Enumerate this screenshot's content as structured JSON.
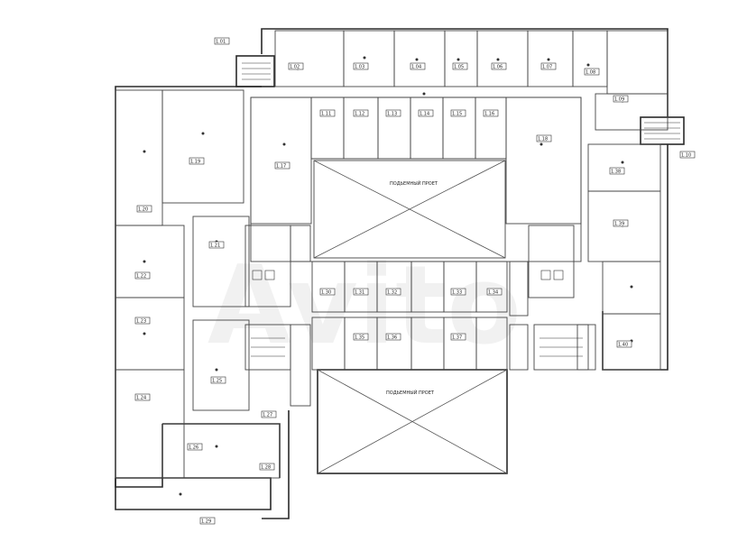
{
  "void_label_upper": "ПОДЬЕМНЫЙ ПРОЕТ",
  "void_label_lower": "ПОДЬЕМНЫЙ ПРОЕТ",
  "watermark": "Avito",
  "room_tags": [
    "1.01",
    "1.02",
    "1.03",
    "1.04",
    "1.05",
    "1.06",
    "1.07",
    "1.08",
    "1.09",
    "1.10",
    "1.11",
    "1.12",
    "1.13",
    "1.14",
    "1.15",
    "1.16",
    "1.17",
    "1.18",
    "1.19",
    "1.20",
    "1.21",
    "1.22",
    "1.23",
    "1.24",
    "1.25",
    "1.26",
    "1.27",
    "1.28",
    "1.29",
    "1.30",
    "1.31",
    "1.32",
    "1.33",
    "1.34",
    "1.35",
    "1.36",
    "1.37",
    "1.38",
    "1.39",
    "1.40"
  ]
}
